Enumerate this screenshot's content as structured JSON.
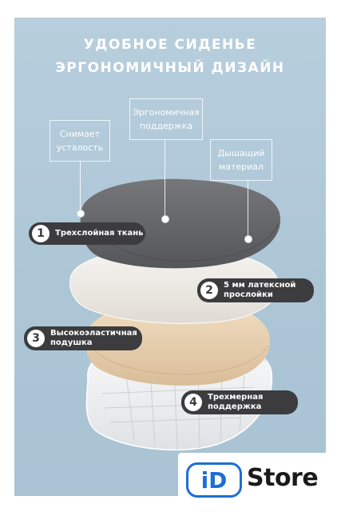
{
  "headline": {
    "line1": "УДОБНОЕ СИДЕНЬЕ",
    "line2": "ЭРГОНОМИЧНЫЙ ДИЗАЙН"
  },
  "callouts": {
    "fatigue": "Снимает\nусталость",
    "support": "Эргономичная\nподдержка",
    "breathable": "Дышащий\nматериал"
  },
  "layers": [
    {
      "number": "1",
      "label": "Трехслойная ткань"
    },
    {
      "number": "2",
      "label": "5 мм латексной\nпрослойки"
    },
    {
      "number": "3",
      "label": "Высокоэластичная\nподушка"
    },
    {
      "number": "4",
      "label": "Трехмерная\nподдержка"
    }
  ],
  "colors": {
    "background": "#b3cbdb",
    "fabric": "#6a6b6e",
    "latex": "#efebe6",
    "foam": "#e9d2b2",
    "base": "#f2f2f2",
    "label_bg": "#3c3c3e",
    "brand_blue": "#1d6fd6"
  },
  "logo": {
    "mark": "iD",
    "word": "Store"
  }
}
